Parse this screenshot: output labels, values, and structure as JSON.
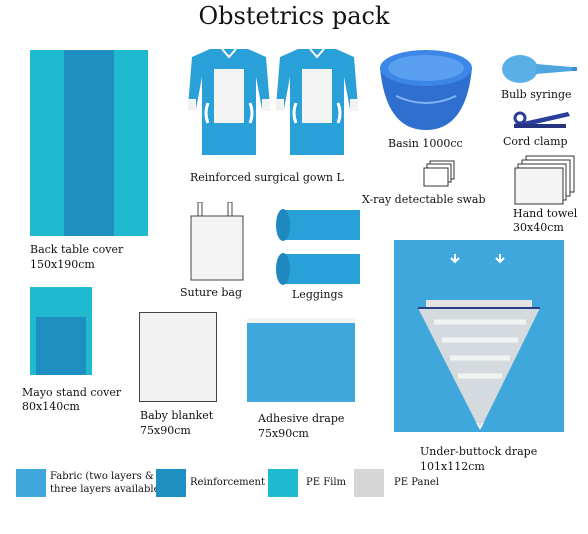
{
  "title": "Obstetrics pack",
  "items": {
    "back_table_cover": {
      "label": "Back table cover",
      "size": "150x190cm"
    },
    "gown": {
      "label": "Reinforced surgical gown L"
    },
    "basin": {
      "label": "Basin 1000cc"
    },
    "bulb_syringe": {
      "label": "Bulb syringe"
    },
    "cord_clamp": {
      "label": "Cord clamp"
    },
    "xray_swab": {
      "label": "X-ray detectable swab"
    },
    "hand_towel": {
      "label": "Hand towel",
      "size": "30x40cm"
    },
    "suture_bag": {
      "label": "Suture bag"
    },
    "leggings": {
      "label": "Leggings"
    },
    "mayo_stand_cover": {
      "label": "Mayo stand cover",
      "size": "80x140cm"
    },
    "baby_blanket": {
      "label": "Baby blanket",
      "size": "75x90cm"
    },
    "adhesive_drape": {
      "label": "Adhesive drape",
      "size": "75x90cm"
    },
    "under_buttock_drape": {
      "label": "Under-buttock drape",
      "size": "101x112cm"
    }
  },
  "legend": [
    {
      "label_line1": "Fabric (two layers &",
      "label_line2": "three layers available)",
      "color": "#3fa7dc"
    },
    {
      "label_line1": "Reinforcement",
      "label_line2": "",
      "color": "#1f8fc1"
    },
    {
      "label_line1": "PE Film",
      "label_line2": "",
      "color": "#1fbad0"
    },
    {
      "label_line1": "PE Panel",
      "label_line2": "",
      "color": "#d6d6d6"
    }
  ],
  "colors": {
    "fabric": "#3fa7dc",
    "reinforcement": "#1f8fc1",
    "pe_film": "#1fbad0",
    "pe_panel": "#d6d6d6"
  }
}
